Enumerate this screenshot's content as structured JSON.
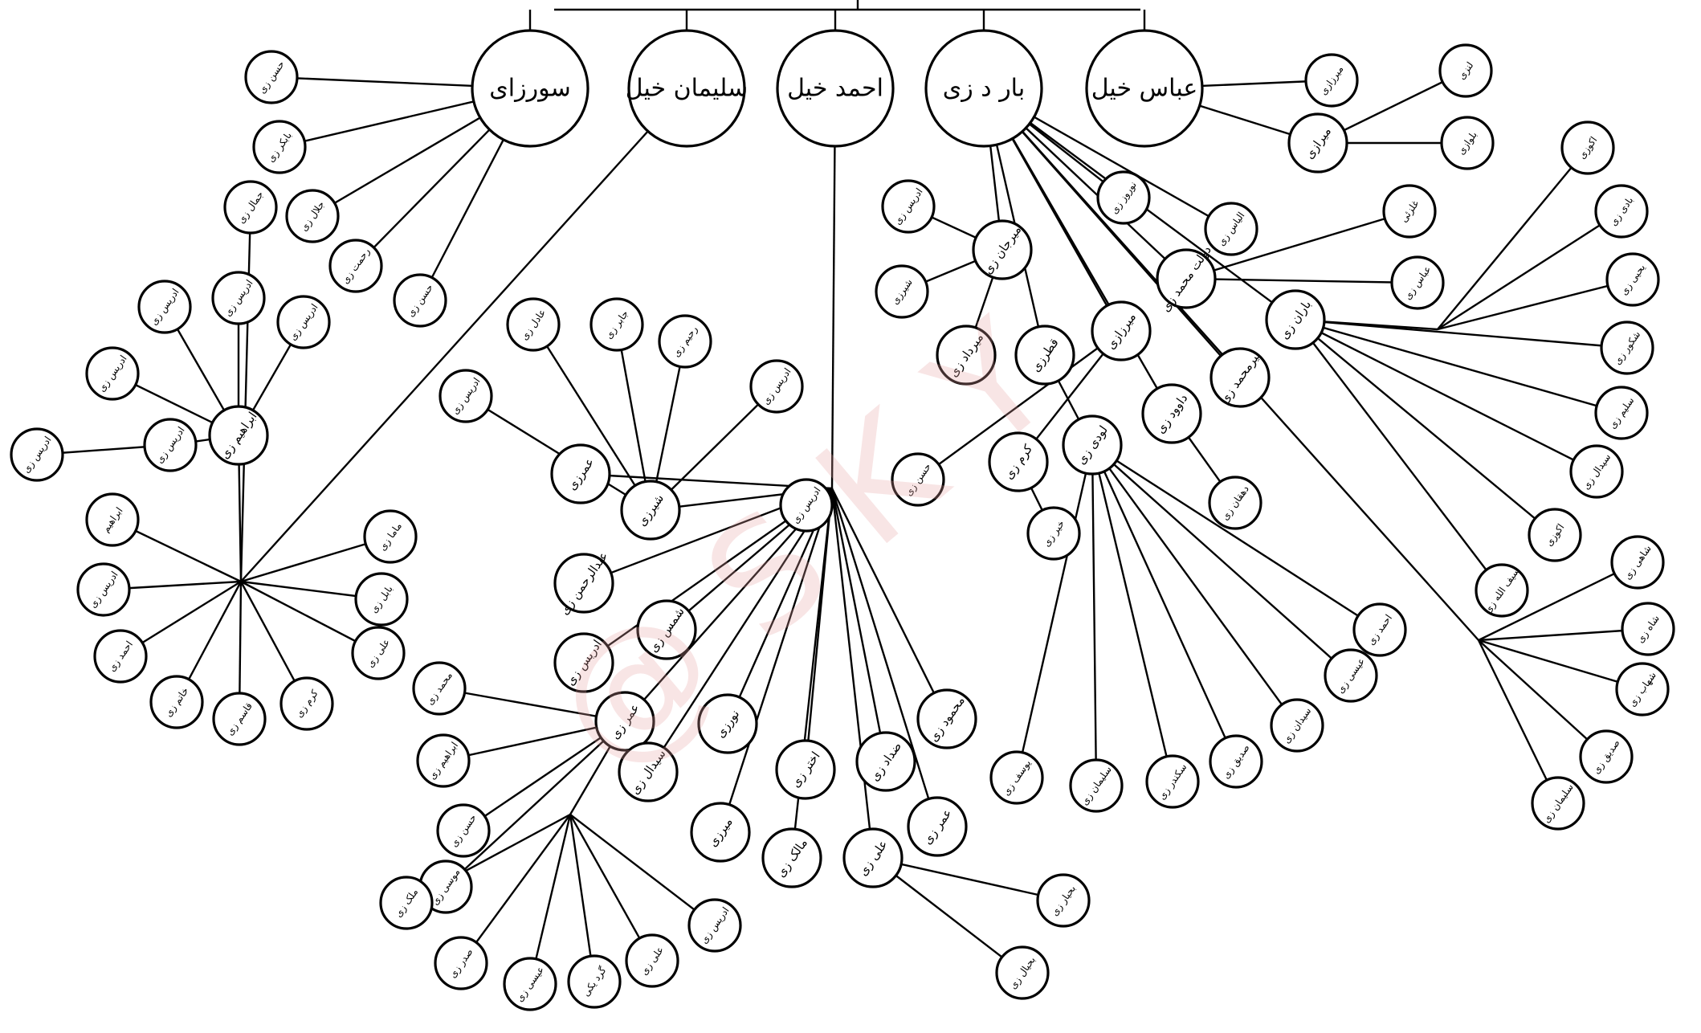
{
  "watermark": "@ S K Y",
  "root_branches": [
    {
      "id": "abbas",
      "label": "عباس خیل"
    },
    {
      "id": "bardzai",
      "label": "بار د زی"
    },
    {
      "id": "ahmad",
      "label": "احمد خیل"
    },
    {
      "id": "sulaiman",
      "label": "سلیمان خیل"
    },
    {
      "id": "sorzai",
      "label": "سورزای"
    }
  ],
  "nodes": [
    {
      "id": "abbas",
      "label": "عباس خیل",
      "size": "xl"
    },
    {
      "id": "bardzai",
      "label": "بار د زی",
      "size": "xl"
    },
    {
      "id": "ahmad",
      "label": "احمد خیل",
      "size": "xl"
    },
    {
      "id": "sulaiman",
      "label": "سلیمان خیل",
      "size": "xl"
    },
    {
      "id": "sorzai",
      "label": "سورزای",
      "size": "xl"
    },
    {
      "id": "a1",
      "label": "میرزازی",
      "size": "s"
    },
    {
      "id": "a2",
      "label": "میرازی",
      "size": "m"
    },
    {
      "id": "a2a",
      "label": "لنزی",
      "size": "s"
    },
    {
      "id": "a2b",
      "label": "بلوازی",
      "size": "s"
    },
    {
      "id": "b1",
      "label": "نوروز زی",
      "size": "s"
    },
    {
      "id": "b2",
      "label": "الیاس زی",
      "size": "s"
    },
    {
      "id": "b3",
      "label": "دولت محمد زی",
      "size": "m"
    },
    {
      "id": "b3a",
      "label": "غلزئی",
      "size": "s"
    },
    {
      "id": "b3b",
      "label": "عباس زی",
      "size": "s"
    },
    {
      "id": "b4",
      "label": "باران زی",
      "size": "m"
    },
    {
      "id": "b4a",
      "label": "اکوزی",
      "size": "s"
    },
    {
      "id": "b4b",
      "label": "بادی زی",
      "size": "s"
    },
    {
      "id": "b4c",
      "label": "یحیی زی",
      "size": "s"
    },
    {
      "id": "b4d",
      "label": "شکور زی",
      "size": "s"
    },
    {
      "id": "b4e",
      "label": "سلیم زی",
      "size": "s"
    },
    {
      "id": "b4f",
      "label": "سیدال زی",
      "size": "s"
    },
    {
      "id": "b4g",
      "label": "اکوزی",
      "size": "s"
    },
    {
      "id": "b4h",
      "label": "سیف الله زی",
      "size": "s"
    },
    {
      "id": "b5",
      "label": "پیرمحمد زی",
      "size": "m"
    },
    {
      "id": "b6",
      "label": "میرجان زی",
      "size": "m"
    },
    {
      "id": "b6a",
      "label": "ادریس زی",
      "size": "s"
    },
    {
      "id": "b6b",
      "label": "شیرزی",
      "size": "s"
    },
    {
      "id": "b7",
      "label": "میرزازی",
      "size": "m"
    },
    {
      "id": "b7a",
      "label": "حسن زی",
      "size": "s"
    },
    {
      "id": "b8",
      "label": "قطرزی",
      "size": "m"
    },
    {
      "id": "b9",
      "label": "میرداد زی",
      "size": "m"
    },
    {
      "id": "b10",
      "label": "داوود زی",
      "size": "m"
    },
    {
      "id": "b10a",
      "label": "دهقان زی",
      "size": "s"
    },
    {
      "id": "b11",
      "label": "کرم زی",
      "size": "m"
    },
    {
      "id": "b11a",
      "label": "خیر زی",
      "size": "s"
    },
    {
      "id": "b12",
      "label": "لودی زی",
      "size": "m"
    },
    {
      "id": "b12a",
      "label": "یوسف زی",
      "size": "s"
    },
    {
      "id": "b12b",
      "label": "سلیمان زی",
      "size": "s"
    },
    {
      "id": "b12c",
      "label": "سکندر زی",
      "size": "s"
    },
    {
      "id": "b12d",
      "label": "صدیق زی",
      "size": "s"
    },
    {
      "id": "b12e",
      "label": "سیدان زی",
      "size": "s"
    },
    {
      "id": "b12f",
      "label": "عیسی زی",
      "size": "s"
    },
    {
      "id": "b12g",
      "label": "احمد زی",
      "size": "s"
    },
    {
      "id": "b13a",
      "label": "شاهی زی",
      "size": "s"
    },
    {
      "id": "b13b",
      "label": "شاه زی",
      "size": "s"
    },
    {
      "id": "b13c",
      "label": "شهاب زی",
      "size": "s"
    },
    {
      "id": "b13d",
      "label": "صدیق زی",
      "size": "s"
    },
    {
      "id": "b13e",
      "label": "سلیمان زی",
      "size": "s"
    },
    {
      "id": "h1",
      "label": "عمر زی",
      "size": "m"
    },
    {
      "id": "h1a",
      "label": "موسی زی",
      "size": "s"
    },
    {
      "id": "h1b",
      "label": "حسن زی",
      "size": "s"
    },
    {
      "id": "h1c",
      "label": "ابراهیم زی",
      "size": "s"
    },
    {
      "id": "h1d",
      "label": "محمد زی",
      "size": "s"
    },
    {
      "id": "h2",
      "label": "ادریس زی",
      "size": "m"
    },
    {
      "id": "h3",
      "label": "عبدالرحمن زی",
      "size": "m"
    },
    {
      "id": "h4",
      "label": "شمس زی",
      "size": "m"
    },
    {
      "id": "h5",
      "label": "عمرزی",
      "size": "m"
    },
    {
      "id": "h6",
      "label": "شیرزی",
      "size": "m"
    },
    {
      "id": "h6a",
      "label": "ادریس زی",
      "size": "s"
    },
    {
      "id": "h6b",
      "label": "عادل زی",
      "size": "s"
    },
    {
      "id": "h6c",
      "label": "جابر زی",
      "size": "s"
    },
    {
      "id": "h6d",
      "label": "رحیم زی",
      "size": "s"
    },
    {
      "id": "h6e",
      "label": "ادریس زی",
      "size": "s"
    },
    {
      "id": "h6f",
      "label": "ادریس زی",
      "size": "s"
    },
    {
      "id": "h7",
      "label": "نورزی",
      "size": "m"
    },
    {
      "id": "h8",
      "label": "سیدال زی",
      "size": "m"
    },
    {
      "id": "h9",
      "label": "میرزی",
      "size": "m"
    },
    {
      "id": "h10",
      "label": "مالک زی",
      "size": "m"
    },
    {
      "id": "h11",
      "label": "اختر زی",
      "size": "m"
    },
    {
      "id": "h12",
      "label": "علی زی",
      "size": "m"
    },
    {
      "id": "h12a",
      "label": "بحیار زی",
      "size": "s"
    },
    {
      "id": "h12b",
      "label": "بحیال زی",
      "size": "s"
    },
    {
      "id": "h13",
      "label": "عمر زی",
      "size": "m"
    },
    {
      "id": "h14",
      "label": "ضداد زی",
      "size": "m"
    },
    {
      "id": "h15",
      "label": "محمود زی",
      "size": "m"
    },
    {
      "id": "h16a",
      "label": "ملک زی",
      "size": "s"
    },
    {
      "id": "h16b",
      "label": "صدر زی",
      "size": "s"
    },
    {
      "id": "h16c",
      "label": "عیسی زی",
      "size": "s"
    },
    {
      "id": "h16d",
      "label": "گرد یکی",
      "size": "s"
    },
    {
      "id": "h16e",
      "label": "علی زی",
      "size": "s"
    },
    {
      "id": "h16f",
      "label": "ادریس زی",
      "size": "s"
    },
    {
      "id": "s1",
      "label": "ابراهیم زی",
      "size": "m"
    },
    {
      "id": "s1a",
      "label": "ادریس زی",
      "size": "s"
    },
    {
      "id": "s1b",
      "label": "ادریس زی",
      "size": "s"
    },
    {
      "id": "s1c",
      "label": "ادریس زی",
      "size": "s"
    },
    {
      "id": "s1d",
      "label": "ادریس زی",
      "size": "s"
    },
    {
      "id": "s1e",
      "label": "ادریس زی",
      "size": "s"
    },
    {
      "id": "s2",
      "label": "ادریس زی",
      "size": "s"
    },
    {
      "id": "s3",
      "label": "ابراهیم",
      "size": "s"
    },
    {
      "id": "s4",
      "label": "ادریس زی",
      "size": "s"
    },
    {
      "id": "s5",
      "label": "احمد زی",
      "size": "s"
    },
    {
      "id": "s6",
      "label": "خاتم زی",
      "size": "s"
    },
    {
      "id": "s7",
      "label": "قاسم زی",
      "size": "s"
    },
    {
      "id": "s8",
      "label": "کرم زی",
      "size": "s"
    },
    {
      "id": "s9",
      "label": "علی زی",
      "size": "s"
    },
    {
      "id": "s10",
      "label": "بابل زی",
      "size": "s"
    },
    {
      "id": "s11",
      "label": "ماما زی",
      "size": "s"
    },
    {
      "id": "s12",
      "label": "جمال زی",
      "size": "s"
    },
    {
      "id": "z1",
      "label": "حسن زی",
      "size": "s"
    },
    {
      "id": "z2",
      "label": "بابکر زی",
      "size": "s"
    },
    {
      "id": "z3",
      "label": "جلال زی",
      "size": "s"
    },
    {
      "id": "z4",
      "label": "رحمت زی",
      "size": "s"
    },
    {
      "id": "z5",
      "label": "حسن زی",
      "size": "s"
    }
  ]
}
